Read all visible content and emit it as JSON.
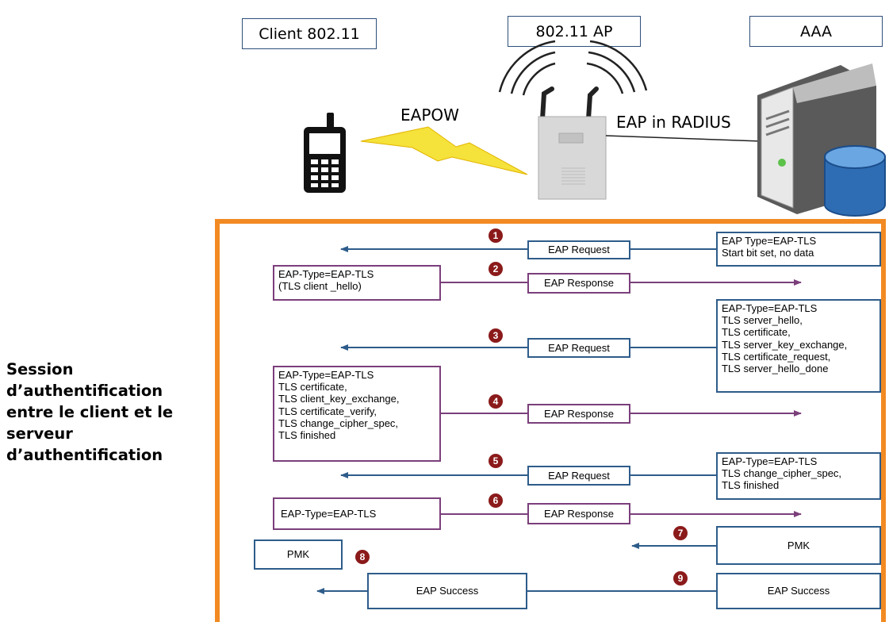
{
  "header": {
    "client": "Client 802.11",
    "ap": "802.11 AP",
    "aaa": "AAA"
  },
  "links": {
    "eapow": "EAPOW",
    "eap_radius": "EAP in RADIUS"
  },
  "side_label": "Session d’authentification entre le client et le serveur d’authentification",
  "steps": [
    {
      "num": "1",
      "msg": "EAP Request",
      "server": [
        "EAP Type=EAP-TLS",
        "Start bit set, no data"
      ]
    },
    {
      "num": "2",
      "msg": "EAP Response",
      "client": [
        "EAP-Type=EAP-TLS",
        "(TLS client _hello)"
      ]
    },
    {
      "num": "3",
      "msg": "EAP Request",
      "server": [
        "EAP-Type=EAP-TLS",
        "TLS server_hello,",
        "TLS certificate,",
        "TLS server_key_exchange,",
        "TLS certificate_request,",
        "TLS server_hello_done"
      ]
    },
    {
      "num": "4",
      "msg": "EAP Response",
      "client": [
        "EAP-Type=EAP-TLS",
        "TLS certificate,",
        "TLS client_key_exchange,",
        "TLS certificate_verify,",
        "TLS change_cipher_spec,",
        "TLS finished"
      ]
    },
    {
      "num": "5",
      "msg": "EAP Request",
      "server": [
        "EAP-Type=EAP-TLS",
        "TLS change_cipher_spec,",
        "TLS finished"
      ]
    },
    {
      "num": "6",
      "msg": "EAP Response",
      "client": [
        "EAP-Type=EAP-TLS"
      ]
    },
    {
      "num": "7",
      "server": [
        "PMK"
      ]
    },
    {
      "num": "8",
      "client": [
        "PMK"
      ]
    },
    {
      "num": "9",
      "msg": "EAP Success",
      "server": [
        "EAP Success"
      ]
    }
  ],
  "colors": {
    "frame": "#f28a23",
    "server_box": "#2e5c8a",
    "client_box": "#7b3f7b",
    "arrow": "#2e5c8a",
    "step_badge": "#8b1a1a",
    "lightning": "#f5e23a"
  },
  "icons": {
    "client": "mobile-phone-icon",
    "ap": "wireless-access-point-icon",
    "aaa": "server-database-icon"
  }
}
